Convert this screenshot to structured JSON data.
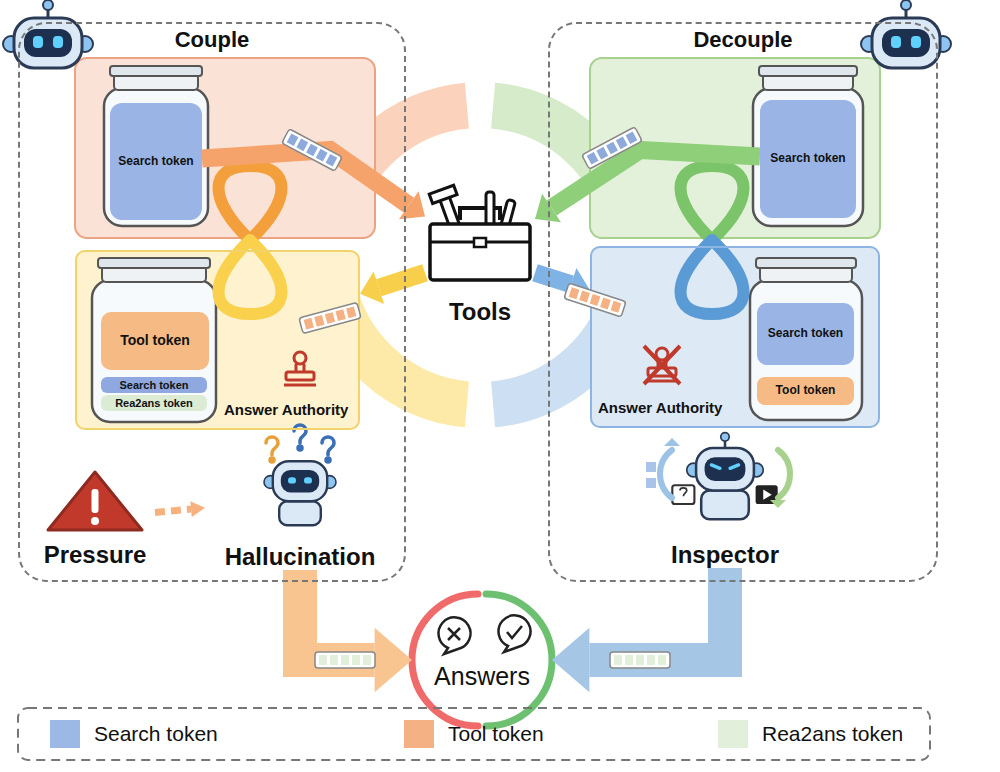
{
  "diagram": {
    "nodes": [
      {
        "text": [
          "Couple"
        ]
      },
      {
        "text": [
          "Search token"
        ],
        "in": 0
      },
      {
        "text": [
          "Answer Authority"
        ],
        "in": 0
      },
      {
        "text": [
          "Tool token"
        ],
        "in": 2
      },
      {
        "text": [
          "Search token"
        ],
        "in": 2
      },
      {
        "text": [
          "Rea2ans token"
        ],
        "in": 2
      },
      {
        "text": [
          "Pressure"
        ],
        "in": 0
      },
      {
        "text": [
          "Hallucination"
        ],
        "in": 0
      },
      {
        "text": [
          "Tools"
        ]
      },
      {
        "text": [
          "Decouple"
        ]
      },
      {
        "text": [
          "Search token"
        ],
        "in": 9
      },
      {
        "text": [
          "Answer Authority"
        ],
        "in": 9
      },
      {
        "text": [
          "Search token"
        ],
        "in": 11
      },
      {
        "text": [
          "Tool token"
        ],
        "in": 11
      },
      {
        "text": [
          "Inspector"
        ],
        "in": 9
      },
      {
        "text": [
          "Answers"
        ]
      }
    ],
    "edges": [
      {
        "from": 1,
        "to": 8,
        "arrow": "to"
      },
      {
        "from": 8,
        "to": 2,
        "arrow": "to"
      },
      {
        "from": 10,
        "to": 8,
        "arrow": "to"
      },
      {
        "from": 8,
        "to": 11,
        "arrow": "to"
      },
      {
        "from": 6,
        "to": 7,
        "arrow": "to"
      },
      {
        "from": 7,
        "to": 15,
        "arrow": "to"
      },
      {
        "from": 14,
        "to": 15,
        "arrow": "to"
      }
    ],
    "legend": [
      {
        "text": "Search token",
        "color": "#9cb8e4"
      },
      {
        "text": "Tool token",
        "color": "#f4b183"
      },
      {
        "text": "Rea2ans token",
        "color": "#e2efda"
      }
    ]
  }
}
